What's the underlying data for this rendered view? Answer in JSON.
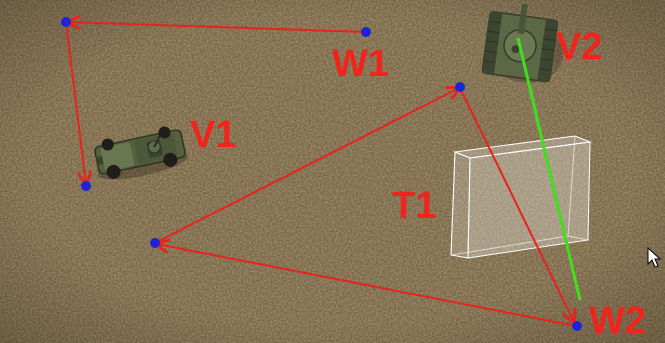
{
  "labels": {
    "w1": "W1",
    "w2": "W2",
    "v1": "V1",
    "v2": "V2",
    "t1": "T1"
  },
  "colors": {
    "path": "#e8231e",
    "waypoint": "#1d24d6",
    "line_of_sight": "#3ee01c",
    "label": "#f0241c",
    "terrain": "#7a6746",
    "trigger_volume": "#ffffff"
  },
  "icons": {
    "vehicle_v1": "humvee-icon",
    "vehicle_v2": "tank-icon",
    "cursor": "mouse-pointer-icon"
  }
}
